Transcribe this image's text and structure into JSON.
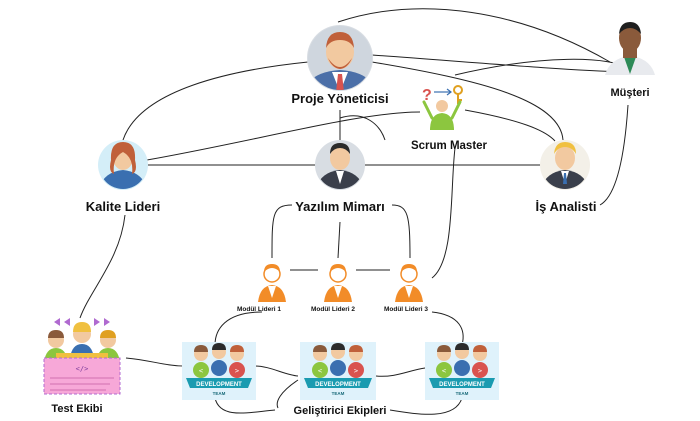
{
  "nodes": {
    "proje_yoneticisi": "Proje Yöneticisi",
    "musteri": "Müşteri",
    "scrum_master": "Scrum Master",
    "kalite_lideri": "Kalite Lideri",
    "yazilim_mimari": "Yazılım Mimarı",
    "is_analisti": "İş Analisti",
    "modul_lideri_1": "Modül Lideri 1",
    "modul_lideri_2": "Modül Lideri 2",
    "modul_lideri_3": "Modül Lideri 3",
    "test_ekibi": "Test Ekibi",
    "gelistirici_ekipleri": "Geliştirici Ekipleri"
  },
  "team_badge": {
    "line1": "DEVELOPMENT",
    "line2": "TEAM"
  },
  "colors": {
    "line": "#222222",
    "skin": "#f2c9a0",
    "orange": "#f28c28",
    "red_suit": "#d9534f",
    "dark_suit": "#3a3f4b",
    "test_pink": "#f7a8d8",
    "green": "#8cc63f",
    "blue_bg": "#dff2fb"
  }
}
